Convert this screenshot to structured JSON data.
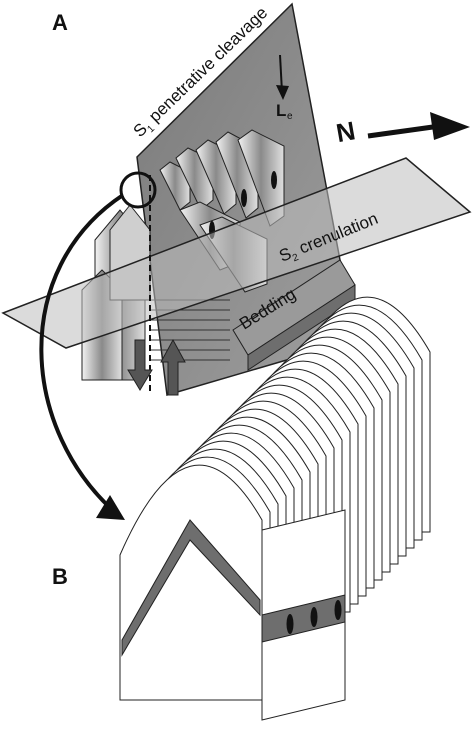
{
  "panels": {
    "a_label": "A",
    "b_label": "B"
  },
  "labels": {
    "s1_prefix": "S",
    "s1_sub": "1",
    "s1_text": " penetrative cleavage",
    "s2_prefix": "S",
    "s2_sub": "2",
    "s2_text": " crenulation",
    "bedding": "Bedding",
    "lineation": "L",
    "lineation_sub": "e",
    "north": "N"
  },
  "colors": {
    "s1_plane": "#8c8c8c",
    "s2_plane": "#b3b3b3",
    "layer_dark": "#6e6e6e",
    "ink": "#111111"
  }
}
